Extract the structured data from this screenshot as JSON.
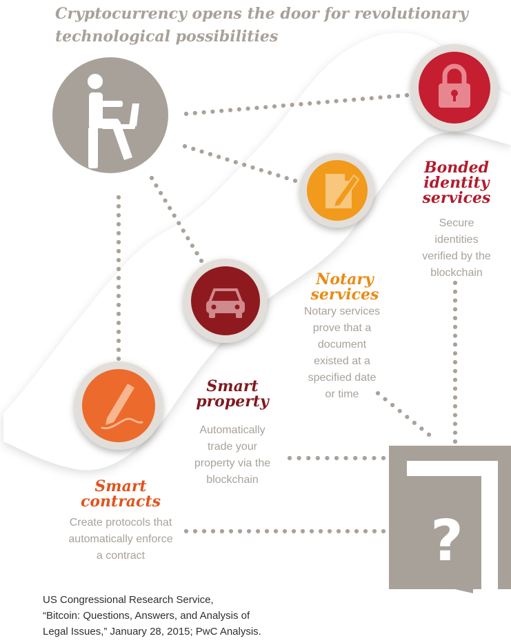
{
  "title": "Cryptocurrency opens the door for revolutionary technological possibilities",
  "colors": {
    "gray": "#a8a19a",
    "bonded": "#c41e30",
    "notary": "#f19a1b",
    "property": "#8e1a1f",
    "contracts": "#ec6a2c"
  },
  "nodes": [
    {
      "id": "bonded-identity",
      "icon": "padlock-icon",
      "label_lines": [
        "Bonded",
        "identity",
        "services"
      ],
      "description_lines": [
        "Secure",
        "identities",
        "verified by the",
        "blockchain"
      ]
    },
    {
      "id": "notary",
      "icon": "document-pen-icon",
      "label_lines": [
        "Notary",
        "services"
      ],
      "description_lines": [
        "Notary services",
        "prove that a",
        "document",
        "existed at a",
        "specified date",
        "or time"
      ]
    },
    {
      "id": "smart-property",
      "icon": "car-icon",
      "label_lines": [
        "Smart",
        "property"
      ],
      "description_lines": [
        "Automatically",
        "trade your",
        "property via the",
        "blockchain"
      ]
    },
    {
      "id": "smart-contracts",
      "icon": "signature-pen-icon",
      "label_lines": [
        "Smart",
        "contracts"
      ],
      "description_lines": [
        "Create protocols that",
        "automatically enforce",
        "a contract"
      ]
    }
  ],
  "person_icon": "person-at-laptop-icon",
  "door_icon": "question-door-icon",
  "source_lines": [
    "US Congressional Research Service,",
    "“Bitcoin: Questions, Answers, and Analysis of",
    "Legal Issues,” January 28, 2015; PwC Analysis."
  ]
}
